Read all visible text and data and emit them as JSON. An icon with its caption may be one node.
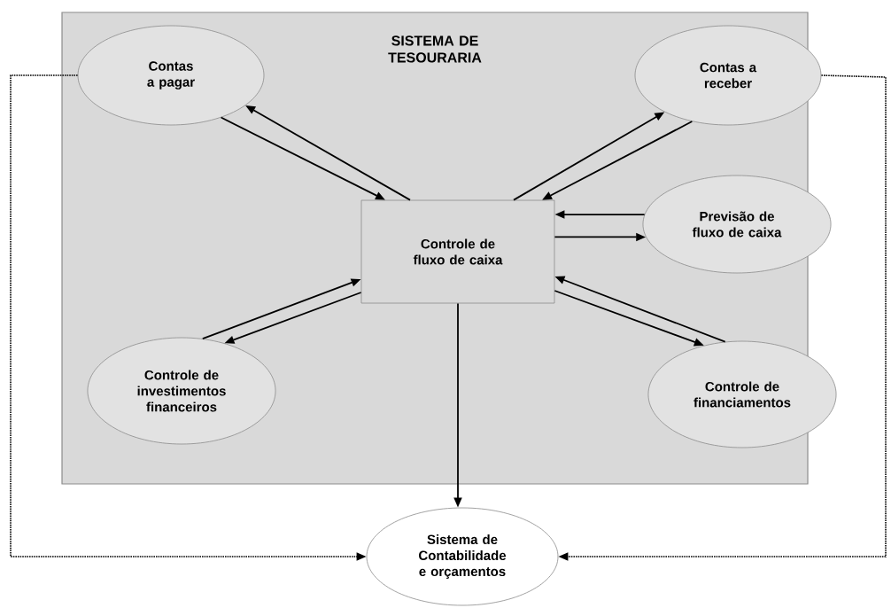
{
  "diagram": {
    "nodes": [
      {
        "text": [
          "SISTEMA DE TESOURARIA"
        ]
      },
      {
        "text": [
          "Contas a pagar"
        ],
        "in": 0
      },
      {
        "text": [
          "Contas a receber"
        ],
        "in": 0
      },
      {
        "text": [
          "Controle de fluxo de caixa"
        ],
        "in": 0
      },
      {
        "text": [
          "Previsão de fluxo de  caixa"
        ],
        "in": 0
      },
      {
        "text": [
          "Controle de investimentos financeiros"
        ],
        "in": 0
      },
      {
        "text": [
          "Controle de financiamentos"
        ],
        "in": 0
      },
      {
        "text": [
          "Sistema de Contabilidade e orçamentos"
        ]
      }
    ],
    "edges": [
      {
        "from": 3,
        "to": 1,
        "arrow": "to"
      },
      {
        "from": 1,
        "to": 3,
        "arrow": "to"
      },
      {
        "from": 3,
        "to": 2,
        "arrow": "to"
      },
      {
        "from": 2,
        "to": 3,
        "arrow": "to"
      },
      {
        "from": 4,
        "to": 3,
        "arrow": "to"
      },
      {
        "from": 3,
        "to": 4,
        "arrow": "to"
      },
      {
        "from": 5,
        "to": 3,
        "arrow": "to"
      },
      {
        "from": 3,
        "to": 5,
        "arrow": "to"
      },
      {
        "from": 6,
        "to": 3,
        "arrow": "to"
      },
      {
        "from": 3,
        "to": 6,
        "arrow": "to"
      },
      {
        "from": 3,
        "to": 7,
        "arrow": "to"
      },
      {
        "from": 1,
        "to": 7,
        "arrow": "to",
        "style": "dashed"
      },
      {
        "from": 2,
        "to": 7,
        "arrow": "to",
        "style": "dashed"
      }
    ]
  }
}
